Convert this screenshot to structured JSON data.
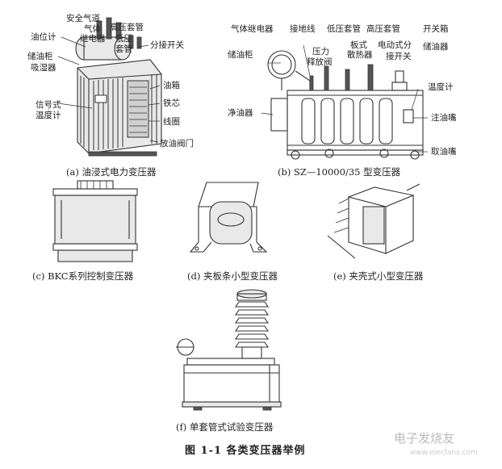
{
  "figure_title": "图 1-1  各类变压器举例",
  "watermark": {
    "main": "电子发烧友",
    "sub": "www.elecfans.com"
  },
  "panels": {
    "a": {
      "caption": "(a) 油浸式电力变压器",
      "labels": [
        "安全气道",
        "气体",
        "继电器",
        "高压套管",
        "油位计",
        "低压",
        "套管",
        "分接开关",
        "储油柜",
        "吸湿器",
        "油箱",
        "信号式",
        "温度计",
        "铁芯",
        "线圈",
        "放油阀门"
      ]
    },
    "b": {
      "caption": "(b) SZ—10000/35 型变压器",
      "labels": [
        "气体继电器",
        "接地线",
        "低压套管",
        "高压套管",
        "开关箱",
        "储油柜",
        "压力",
        "释放阀",
        "板式",
        "散热器",
        "电动式分",
        "接开关",
        "储油器",
        "温度计",
        "净油器",
        "注油嘴",
        "取油嘴"
      ]
    },
    "c": {
      "caption": "(c) BKC系列控制变压器"
    },
    "d": {
      "caption": "(d) 夹板条小型变压器"
    },
    "e": {
      "caption": "(e) 夹壳式小型变压器"
    },
    "f": {
      "caption": "(f) 单套管式试验变压器"
    }
  }
}
